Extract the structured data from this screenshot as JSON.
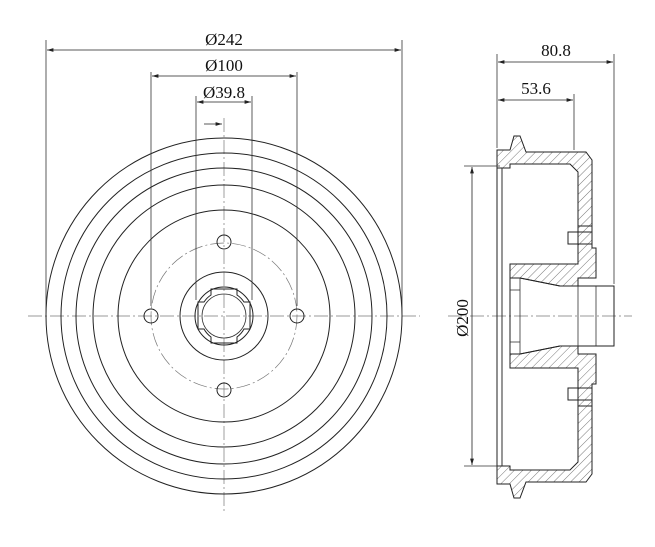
{
  "dimensions": {
    "outer_diameter": "Ø242",
    "bolt_circle": "Ø100",
    "center_bore": "Ø39.8",
    "drum_inner_diameter": "Ø200",
    "total_height": "80.8",
    "hub_height": "53.6"
  },
  "colors": {
    "line": "#222222",
    "centerline": "#777777",
    "background": "#ffffff"
  }
}
